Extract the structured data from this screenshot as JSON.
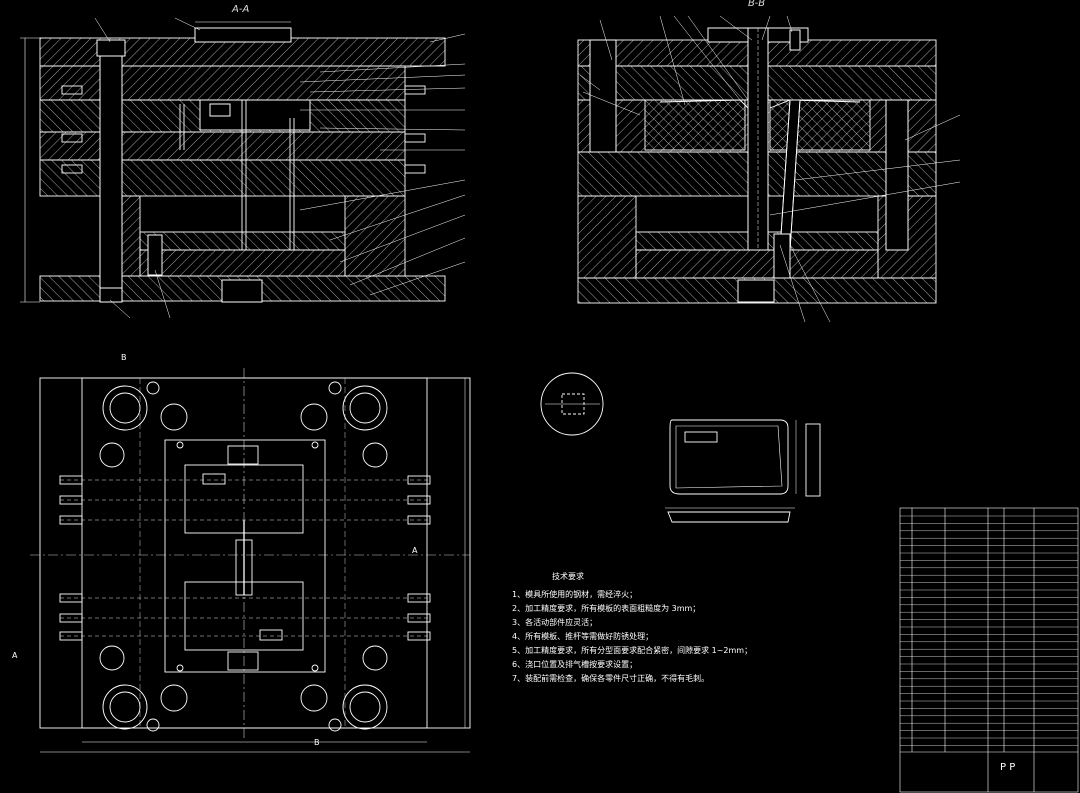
{
  "drawing": {
    "section_aa_label": "A-A",
    "section_bb_label": "B-B",
    "view_marker_a": "A",
    "view_marker_b": "B",
    "material_code": "P P"
  },
  "notes": {
    "title": "技术要求",
    "items": [
      "1、模具所使用的钢材，需经淬火；",
      "2、加工精度要求，所有模板的表面粗糙度为 3mm；",
      "3、各活动部件应灵活；",
      "4、所有模板、推杆等需做好防锈处理；",
      "5、加工精度要求，所有分型面要求配合紧密，间隙要求 1~2mm；",
      "6、浇口位置及排气槽按要求设置；",
      "7、装配前需检查，确保各零件尺寸正确，不得有毛刺。"
    ]
  },
  "colors": {
    "background": "#000000",
    "outline": "#ffffff",
    "hatch": "#d9d9d9",
    "leader": "#ffffff",
    "centerline": "#cccccc"
  }
}
